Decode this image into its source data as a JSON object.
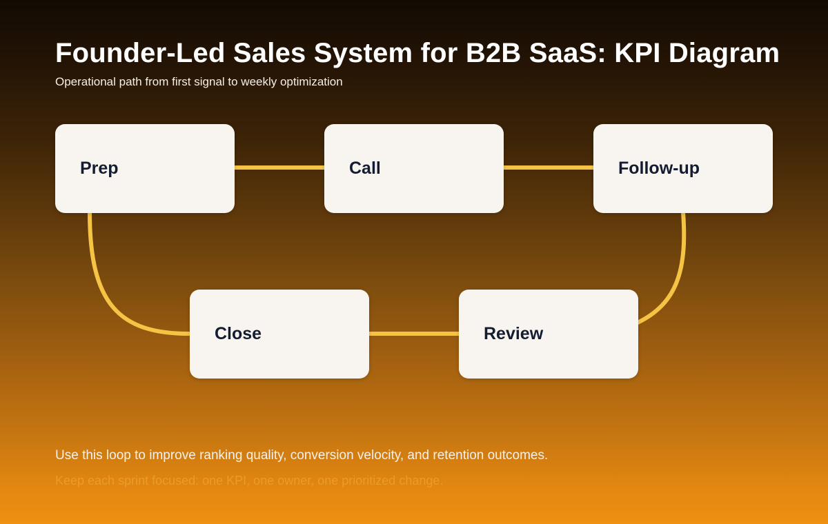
{
  "header": {
    "title": "Founder-Led Sales System for B2B SaaS: KPI Diagram",
    "subtitle": "Operational path from first signal to weekly optimization"
  },
  "nodes": [
    {
      "id": "prep",
      "label": "Prep"
    },
    {
      "id": "call",
      "label": "Call"
    },
    {
      "id": "followup",
      "label": "Follow-up"
    },
    {
      "id": "close",
      "label": "Close"
    },
    {
      "id": "review",
      "label": "Review"
    }
  ],
  "footer": {
    "line1": "Use this loop to improve ranking quality, conversion velocity, and retention outcomes.",
    "line2": "Keep each sprint focused: one KPI, one owner, one prioritized change."
  },
  "colors": {
    "connector": "#f6c445",
    "node_background": "#f8f5f0",
    "node_text": "#131c31",
    "title_text": "#ffffff",
    "footer_accent": "#eb9c27"
  }
}
